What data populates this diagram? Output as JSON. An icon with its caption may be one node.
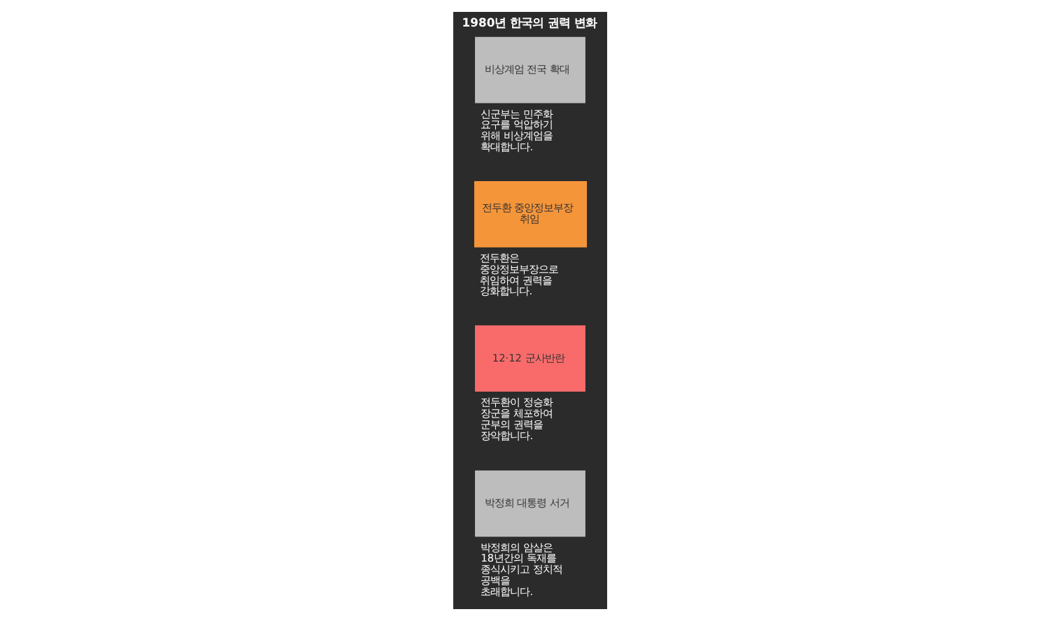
{
  "diagram": {
    "title": "1980년 한국의 권력 변화",
    "nodes": [
      {
        "text": [
          "박정희 대통령 서거"
        ],
        "beside": [
          "박정희의 암살은 18년간의 독재를 종식시키고 정치적 공백을 초래합니다."
        ]
      },
      {
        "text": [
          "12·12 군사반란"
        ],
        "beside": [
          "전두환이 정승화 장군을 체포하여 군부의 권력을 장악합니다."
        ]
      },
      {
        "text": [
          "전두환 중앙정보부장 취임"
        ],
        "beside": [
          "전두환은 중앙정보부장으로 취임하여 권력을 강화합니다."
        ]
      },
      {
        "text": [
          "비상계엄 전국 확대"
        ],
        "beside": [
          "신군부는 민주화 요구를 억압하기 위해 비상계엄을 확대합니다."
        ]
      }
    ],
    "edges": []
  }
}
